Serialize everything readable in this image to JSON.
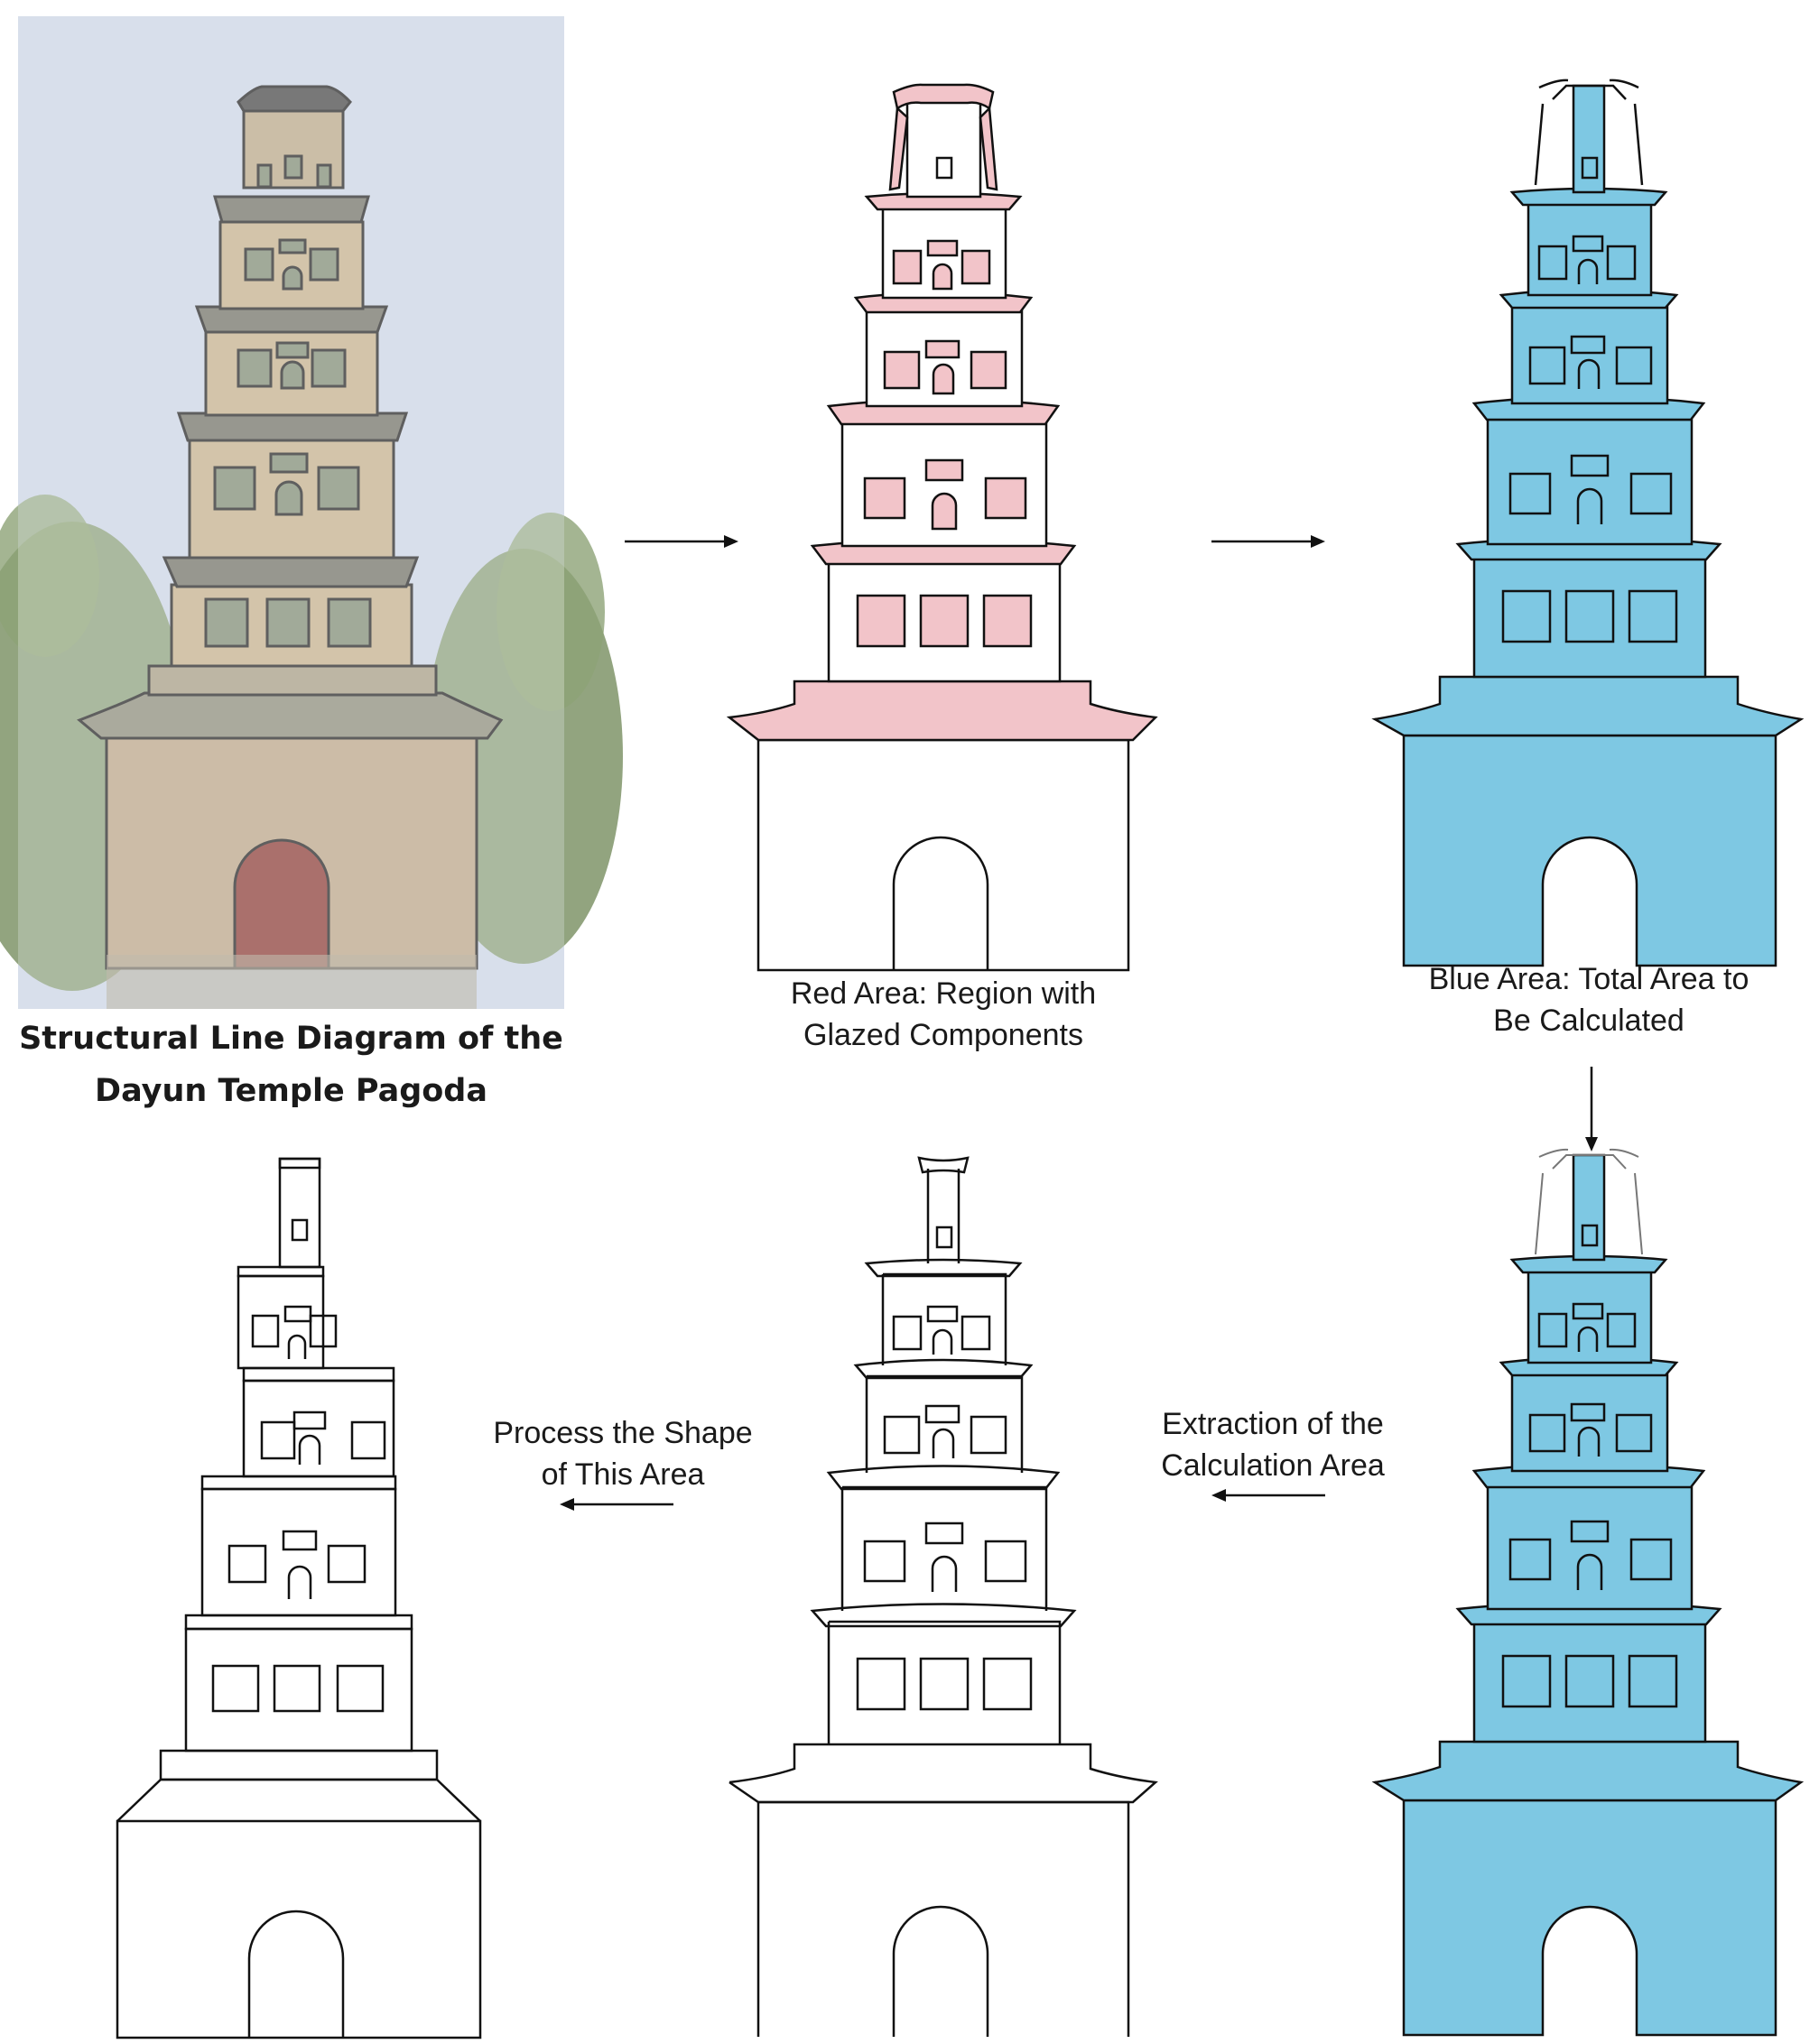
{
  "panels": {
    "photo": {
      "caption_line1": "Structural Line Diagram of the",
      "caption_line2": "Dayun Temple Pagoda"
    },
    "red": {
      "caption_line1": "Red Area: Region with",
      "caption_line2": "Glazed Components",
      "fill_color": "#f2c4c9"
    },
    "blue": {
      "caption_line1": "Blue Area: Total Area to",
      "caption_line2": "Be Calculated",
      "fill_color": "#7ec8e3"
    },
    "blue_extract": {
      "fill_color": "#7ec8e3"
    },
    "outline": {},
    "simplified": {}
  },
  "arrows": {
    "extract_label_line1": "Extraction of the",
    "extract_label_line2": "Calculation Area",
    "process_label_line1": "Process the Shape",
    "process_label_line2": "of This Area"
  },
  "colors": {
    "line": "#111111",
    "sky": "#c9d3e3",
    "brick": "#b8a585",
    "tree": "#7f9468",
    "door": "#8a3a34"
  }
}
